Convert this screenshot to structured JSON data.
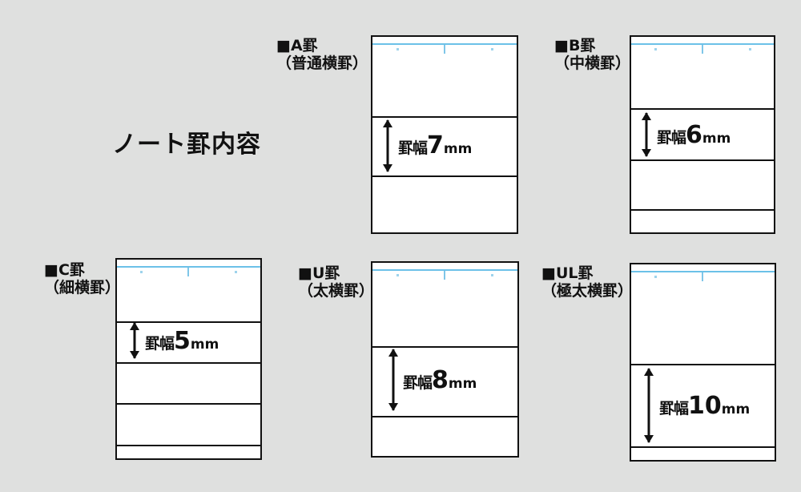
{
  "title": "ノート罫内容",
  "background_color": "#dfe0df",
  "ink_color": "#111111",
  "blue_rule_color": "#6cc1e8",
  "samples": [
    {
      "id": "a",
      "code": "■A罫",
      "subtitle": "（普通横罫）",
      "dim_label": "罫幅",
      "dim_value": "7",
      "dim_unit": "mm",
      "rule_pitch_mm": 7,
      "rule_count": 3
    },
    {
      "id": "b",
      "code": "■B罫",
      "subtitle": "（中横罫）",
      "dim_label": "罫幅",
      "dim_value": "6",
      "dim_unit": "mm",
      "rule_pitch_mm": 6,
      "rule_count": 4
    },
    {
      "id": "c",
      "code": "■C罫",
      "subtitle": "（細横罫）",
      "dim_label": "罫幅",
      "dim_value": "5",
      "dim_unit": "mm",
      "rule_pitch_mm": 5,
      "rule_count": 5
    },
    {
      "id": "u",
      "code": "■U罫",
      "subtitle": "（太横罫）",
      "dim_label": "罫幅",
      "dim_value": "8",
      "dim_unit": "mm",
      "rule_pitch_mm": 8,
      "rule_count": 3
    },
    {
      "id": "ul",
      "code": "■UL罫",
      "subtitle": "（極太横罫）",
      "dim_label": "罫幅",
      "dim_value": "10",
      "dim_unit": "mm",
      "rule_pitch_mm": 10,
      "rule_count": 3
    }
  ]
}
